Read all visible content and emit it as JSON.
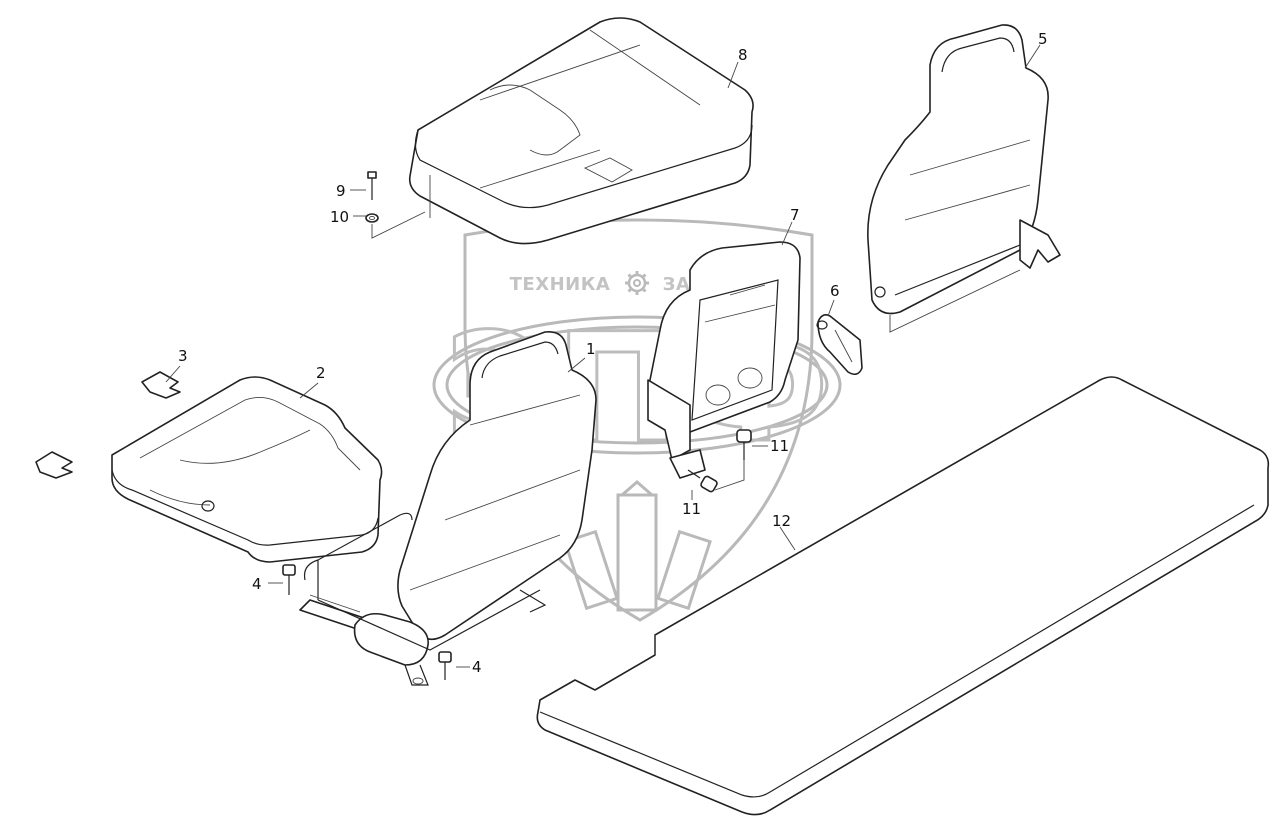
{
  "watermark": {
    "left_word": "ТЕХНИКА",
    "right_word": "ЗАПЧАСТИ",
    "logo_letters": "ЭПФ",
    "gear_icon": "gear-icon"
  },
  "callouts": [
    {
      "id": "c1",
      "label": "1"
    },
    {
      "id": "c2",
      "label": "2"
    },
    {
      "id": "c3",
      "label": "3"
    },
    {
      "id": "c4a",
      "label": "4"
    },
    {
      "id": "c4b",
      "label": "4"
    },
    {
      "id": "c5",
      "label": "5"
    },
    {
      "id": "c6",
      "label": "6"
    },
    {
      "id": "c7",
      "label": "7"
    },
    {
      "id": "c8",
      "label": "8"
    },
    {
      "id": "c9",
      "label": "9"
    },
    {
      "id": "c10",
      "label": "10"
    },
    {
      "id": "c11a",
      "label": "11"
    },
    {
      "id": "c11b",
      "label": "11"
    },
    {
      "id": "c12",
      "label": "12"
    }
  ]
}
